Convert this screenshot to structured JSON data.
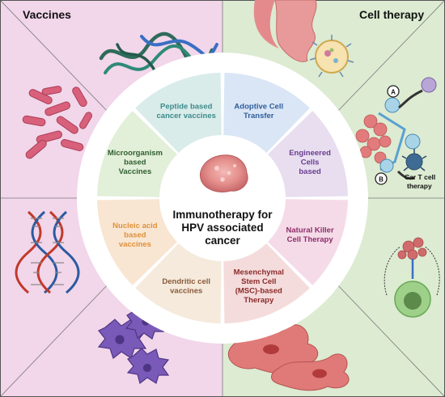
{
  "panels": {
    "top_left_title": "Vaccines",
    "top_right_title": "Cell therapy"
  },
  "center": {
    "line1": "Immunotherapy for",
    "line2": "HPV associated",
    "line3": "cancer"
  },
  "segments": [
    {
      "lines": [
        "Peptide based",
        "cancer vaccines"
      ],
      "color": "#3d8a8a"
    },
    {
      "lines": [
        "Adoptive Cell",
        "Transfer"
      ],
      "color": "#2f5d9c"
    },
    {
      "lines": [
        "Engineered",
        "Cells",
        "based"
      ],
      "color": "#6a3d8f"
    },
    {
      "lines": [
        "Natural Killer",
        "Cell Therapy"
      ],
      "color": "#8c2d6a"
    },
    {
      "lines": [
        "Mesenchymal",
        "Stem Cell",
        "(MSC)-based",
        "Therapy"
      ],
      "color": "#8a2a2a"
    },
    {
      "lines": [
        "Dendritic cell",
        "vaccines"
      ],
      "color": "#8a5a3a"
    },
    {
      "lines": [
        "Nucleic acid",
        "based",
        "vaccines"
      ],
      "color": "#e0903a"
    },
    {
      "lines": [
        "Microorganism",
        "based",
        "Vaccines"
      ],
      "color": "#2f5e2f"
    }
  ],
  "cart": {
    "label_a": "A",
    "label_b": "B",
    "caption_line1": "Car T cell",
    "caption_line2": "therapy"
  },
  "colors": {
    "pink_panel": "#f2d6ea",
    "green_panel": "#dcebd2",
    "divider": "#6a6a6a"
  }
}
